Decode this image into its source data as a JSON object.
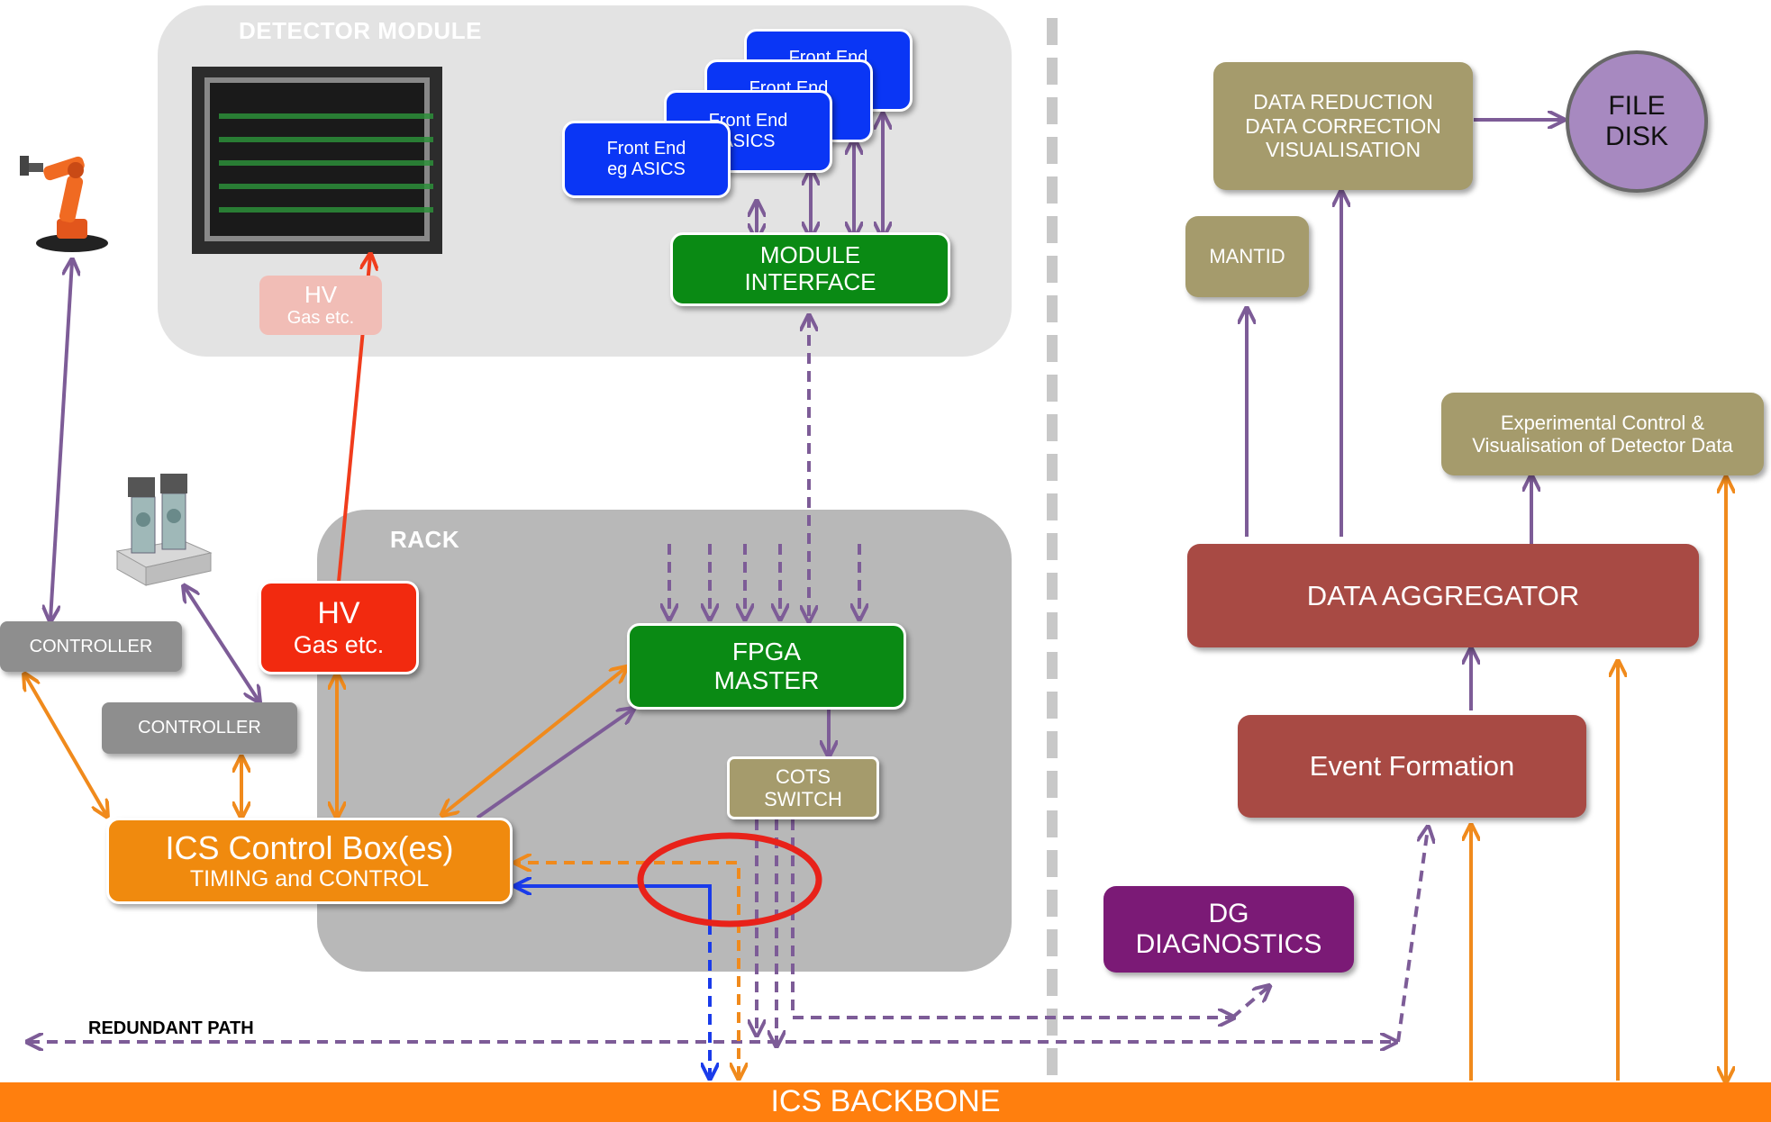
{
  "panels": {
    "detector_module": "DETECTOR MODULE",
    "rack": "RACK"
  },
  "boxes": {
    "front_end_stack": [
      "Front End",
      "Front End",
      "Front End\nASICS",
      "Front End\neg ASICS"
    ],
    "hv_faded": {
      "line1": "HV",
      "line2": "Gas etc."
    },
    "module_interface": {
      "line1": "MODULE",
      "line2": "INTERFACE"
    },
    "hv_red": {
      "line1": "HV",
      "line2": "Gas etc."
    },
    "fpga_master": {
      "line1": "FPGA",
      "line2": "MASTER"
    },
    "cots_switch": {
      "line1": "COTS",
      "line2": "SWITCH"
    },
    "controller_1": "CONTROLLER",
    "controller_2": "CONTROLLER",
    "ics_control": {
      "line1": "ICS Control Box(es)",
      "line2": "TIMING and CONTROL"
    },
    "data_reduction": {
      "line1": "DATA REDUCTION",
      "line2": "DATA CORRECTION",
      "line3": "VISUALISATION"
    },
    "file_disk": {
      "line1": "FILE",
      "line2": "DISK"
    },
    "mantid": "MANTID",
    "experimental_control": {
      "line1": "Experimental Control &",
      "line2": "Visualisation of Detector Data"
    },
    "data_aggregator": "DATA AGGREGATOR",
    "event_formation": "Event Formation",
    "dg_diagnostics": {
      "line1": "DG",
      "line2": "DIAGNOSTICS"
    }
  },
  "labels": {
    "redundant_path": "REDUNDANT PATH",
    "ics_backbone": "ICS BACKBONE"
  },
  "colors": {
    "purple_arrow": "#7d5c97",
    "orange_arrow": "#f08a1c",
    "blue_arrow": "#1a3bea",
    "red_arrow": "#f03c1c",
    "backbone": "#ff7f0e",
    "highlight_ellipse": "#e8221a"
  },
  "icons": [
    "robot-arm-icon",
    "motor-stage-icon",
    "detector-photo"
  ]
}
